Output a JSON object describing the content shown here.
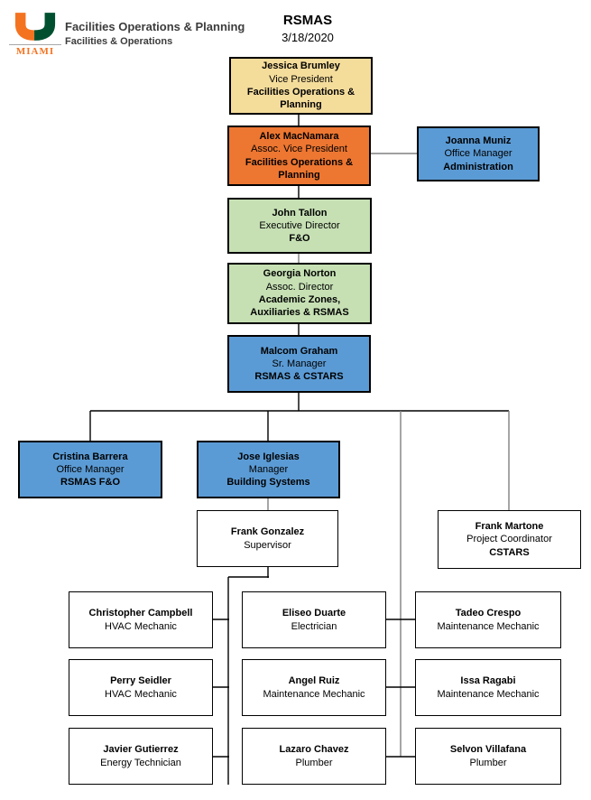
{
  "header": {
    "logo_text": "MIAMI",
    "org_line1": "Facilities Operations & Planning",
    "org_line2": "Facilities & Operations",
    "title": "RSMAS",
    "date": "3/18/2020"
  },
  "palette": {
    "gold": "#F4DC9B",
    "orange": "#ED7631",
    "blue": "#5B9BD5",
    "green": "#C6E0B4",
    "box_border": "#000000",
    "line": "#000000",
    "line_gray": "#808080",
    "brand_orange": "#F47321",
    "brand_green": "#005030",
    "text": "#000000"
  },
  "nodes": [
    {
      "name": "Jessica Brumley",
      "title": "Vice President",
      "dept": "Facilities Operations & Planning",
      "color": "gold",
      "reports_to": null
    },
    {
      "name": "Alex MacNamara",
      "title": "Assoc. Vice President",
      "dept": "Facilities Operations & Planning",
      "color": "orange",
      "reports_to": "Jessica Brumley"
    },
    {
      "name": "Joanna Muniz",
      "title": "Office Manager",
      "dept": "Administration",
      "color": "blue",
      "reports_to": "Alex MacNamara"
    },
    {
      "name": "John Tallon",
      "title": "Executive Director",
      "dept": "F&O",
      "color": "green",
      "reports_to": "Alex MacNamara"
    },
    {
      "name": "Georgia Norton",
      "title": "Assoc. Director",
      "dept": "Academic Zones, Auxiliaries & RSMAS",
      "color": "green",
      "reports_to": "John Tallon"
    },
    {
      "name": "Malcom Graham",
      "title": "Sr. Manager",
      "dept": "RSMAS & CSTARS",
      "color": "blue",
      "reports_to": "Georgia Norton"
    },
    {
      "name": "Cristina Barrera",
      "title": "Office Manager",
      "dept": "RSMAS F&O",
      "color": "blue",
      "reports_to": "Malcom Graham"
    },
    {
      "name": "Jose Iglesias",
      "title": "Manager",
      "dept": "Building Systems",
      "color": "blue",
      "reports_to": "Malcom Graham"
    },
    {
      "name": "Frank Gonzalez",
      "title": "Supervisor",
      "dept": "",
      "color": "white",
      "reports_to": "Jose Iglesias"
    },
    {
      "name": "Frank Martone",
      "title": "Project Coordinator",
      "dept": "CSTARS",
      "color": "white",
      "reports_to": "Malcom Graham"
    },
    {
      "name": "Christopher Campbell",
      "title": "HVAC Mechanic",
      "dept": "",
      "color": "white",
      "reports_to": "Frank Gonzalez"
    },
    {
      "name": "Eliseo Duarte",
      "title": "Electrician",
      "dept": "",
      "color": "white",
      "reports_to": "Malcom Graham"
    },
    {
      "name": "Tadeo Crespo",
      "title": "Maintenance Mechanic",
      "dept": "",
      "color": "white",
      "reports_to": "Malcom Graham"
    },
    {
      "name": "Perry Seidler",
      "title": "HVAC Mechanic",
      "dept": "",
      "color": "white",
      "reports_to": "Frank Gonzalez"
    },
    {
      "name": "Angel Ruiz",
      "title": "Maintenance Mechanic",
      "dept": "",
      "color": "white",
      "reports_to": "Malcom Graham"
    },
    {
      "name": "Issa Ragabi",
      "title": "Maintenance Mechanic",
      "dept": "",
      "color": "white",
      "reports_to": "Malcom Graham"
    },
    {
      "name": "Javier Gutierrez",
      "title": "Energy Technician",
      "dept": "",
      "color": "white",
      "reports_to": "Frank Gonzalez"
    },
    {
      "name": "Lazaro Chavez",
      "title": "Plumber",
      "dept": "",
      "color": "white",
      "reports_to": "Malcom Graham"
    },
    {
      "name": "Selvon Villafana",
      "title": "Plumber",
      "dept": "",
      "color": "white",
      "reports_to": "Malcom Graham"
    }
  ]
}
